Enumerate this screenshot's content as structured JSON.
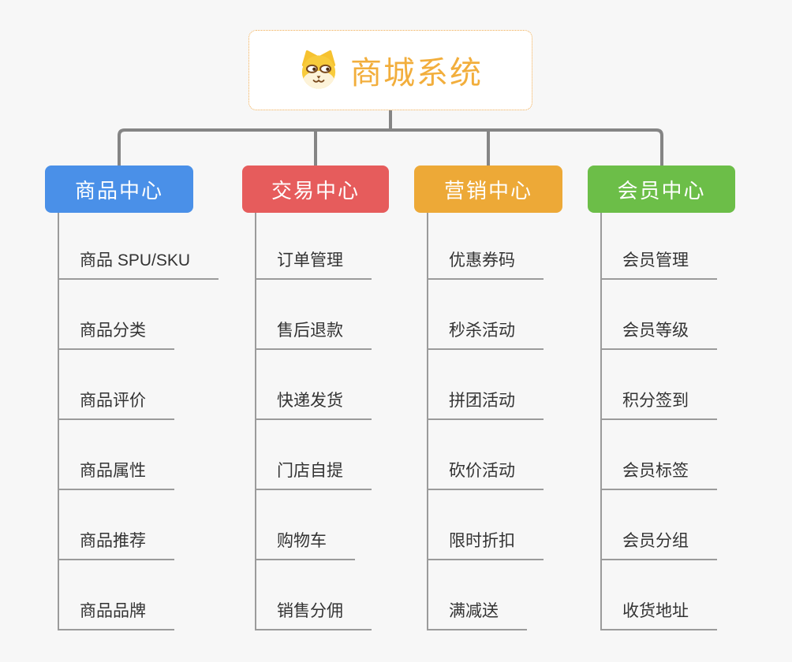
{
  "background": "#f7f7f7",
  "root": {
    "title": "商城系统",
    "title_color": "#f2ae3c",
    "border_color": "#f0ab4e",
    "icon": "shiba-dog-icon"
  },
  "connector_color": "#858585",
  "item_line_color": "#9b9b9b",
  "item_text_color": "#333333",
  "branches": [
    {
      "label": "商品中心",
      "color": "#4a90e8",
      "items": [
        "商品 SPU/SKU",
        "商品分类",
        "商品评价",
        "商品属性",
        "商品推荐",
        "商品品牌"
      ]
    },
    {
      "label": "交易中心",
      "color": "#e65c5c",
      "items": [
        "订单管理",
        "售后退款",
        "快递发货",
        "门店自提",
        "购物车",
        "销售分佣"
      ]
    },
    {
      "label": "营销中心",
      "color": "#eda937",
      "items": [
        "优惠券码",
        "秒杀活动",
        "拼团活动",
        "砍价活动",
        "限时折扣",
        "满减送"
      ]
    },
    {
      "label": "会员中心",
      "color": "#6cbe48",
      "items": [
        "会员管理",
        "会员等级",
        "积分签到",
        "会员标签",
        "会员分组",
        "收货地址"
      ]
    }
  ]
}
